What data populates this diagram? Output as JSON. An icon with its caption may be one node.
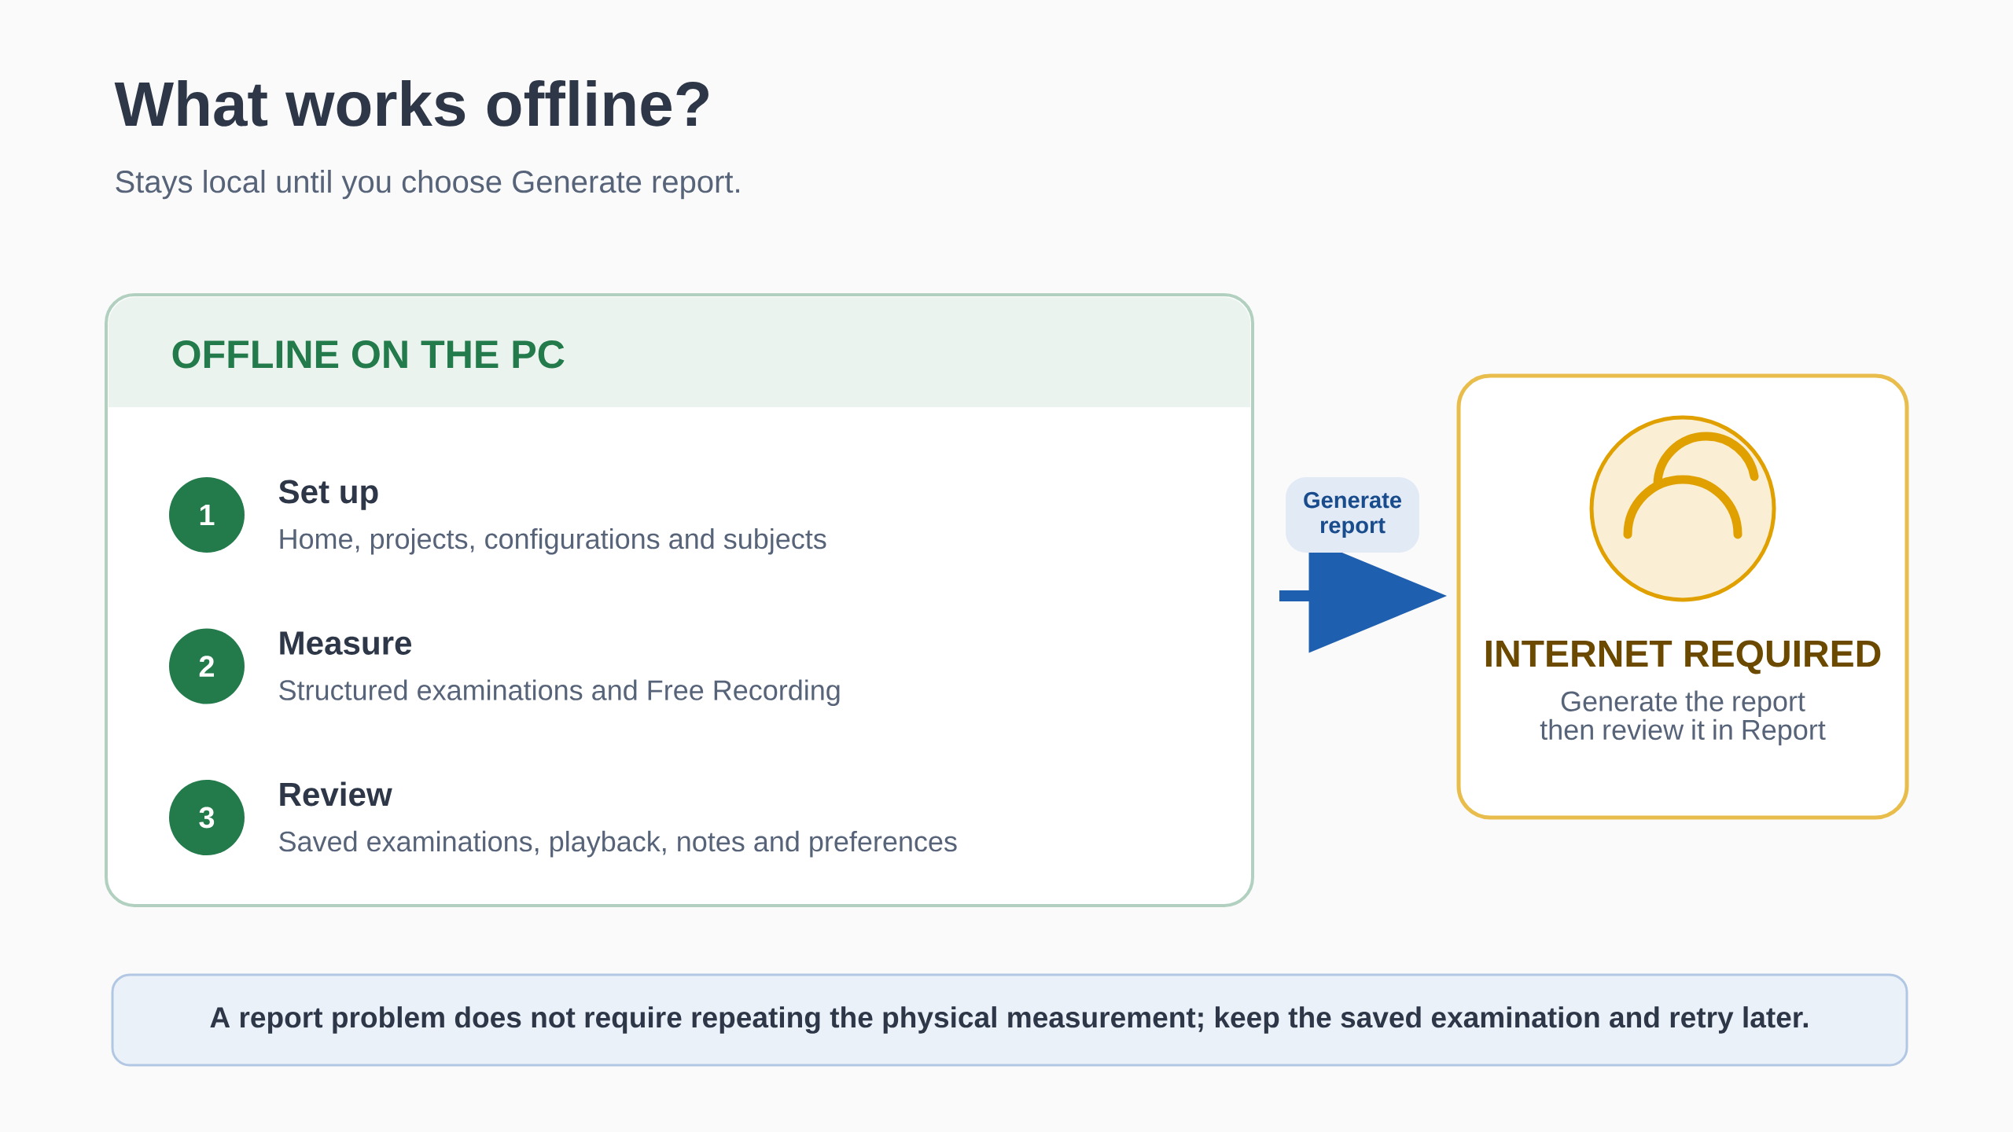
{
  "diagram": {
    "title": "What works offline?",
    "nodes": [
      {
        "text": [
          "OFFLINE ON THE PC"
        ]
      },
      {
        "text": [
          "1",
          "Set up",
          "Home, projects, configurations and subjects"
        ],
        "in": 0
      },
      {
        "text": [
          "2",
          "Measure",
          "Structured examinations and Free Recording"
        ],
        "in": 0
      },
      {
        "text": [
          "3",
          "Review",
          "Saved examinations, playback, notes and preferences"
        ],
        "in": 0
      },
      {
        "text": [
          "INTERNET REQUIRED",
          "Generate the report then review it in Report"
        ]
      },
      {
        "text": [
          "A report problem does not require repeating the physical measurement; keep the saved examination and retry later."
        ]
      }
    ],
    "edges": [
      {
        "from": 0,
        "to": 4,
        "arrow": "to",
        "label": "Generate report"
      }
    ],
    "labels": [
      "Stays local until you choose Generate report."
    ]
  }
}
